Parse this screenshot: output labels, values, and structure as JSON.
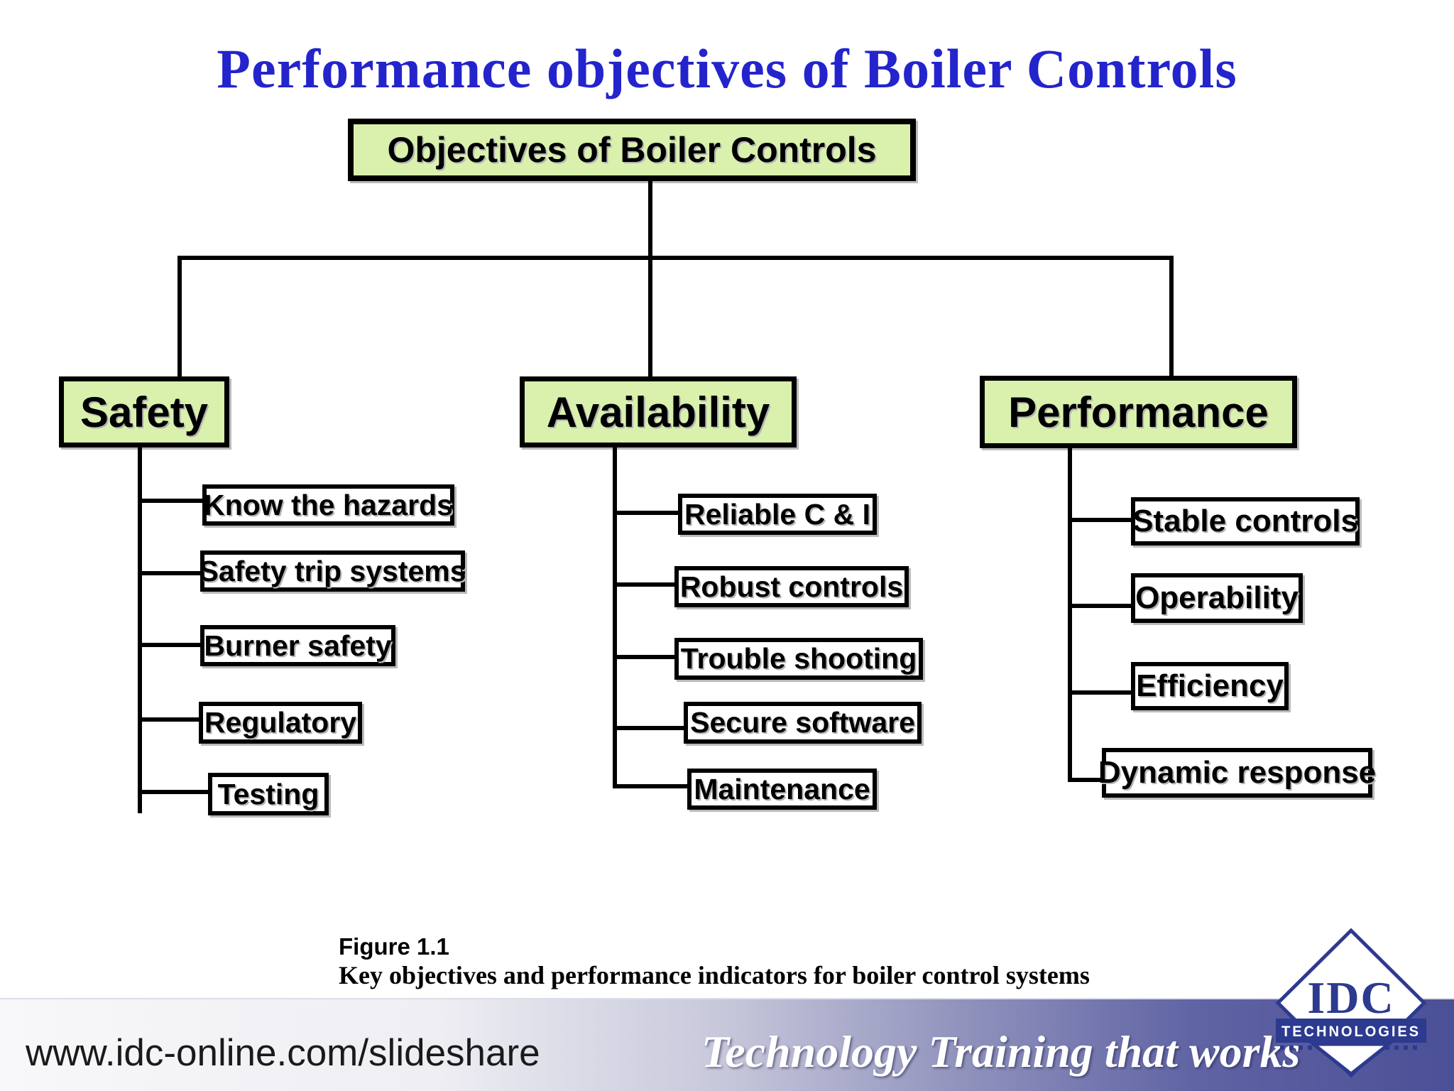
{
  "title": "Performance objectives of Boiler Controls",
  "root_box": "Objectives of Boiler Controls",
  "branches": [
    {
      "label": "Safety",
      "children": [
        "Know the hazards",
        "Safety trip systems",
        "Burner safety",
        "Regulatory",
        "Testing"
      ]
    },
    {
      "label": "Availability",
      "children": [
        "Reliable C & I",
        "Robust controls",
        "Trouble shooting",
        "Secure software",
        "Maintenance"
      ]
    },
    {
      "label": "Performance",
      "children": [
        "Stable controls",
        "Operability",
        "Efficiency",
        "Dynamic response"
      ]
    }
  ],
  "caption": {
    "figure": "Figure 1.1",
    "text": "Key objectives and performance indicators for boiler control systems"
  },
  "footer": {
    "url": "www.idc-online.com/slideshare",
    "tagline": "Technology Training that works",
    "logo": {
      "acronym": "IDC",
      "name": "TECHNOLOGIES"
    }
  },
  "colors": {
    "title_blue": "#2424cd",
    "box_green": "#d9f1ad",
    "line_black": "#000000",
    "band_indigo": "#4b4f96",
    "logo_blue": "#2c3a8f"
  }
}
